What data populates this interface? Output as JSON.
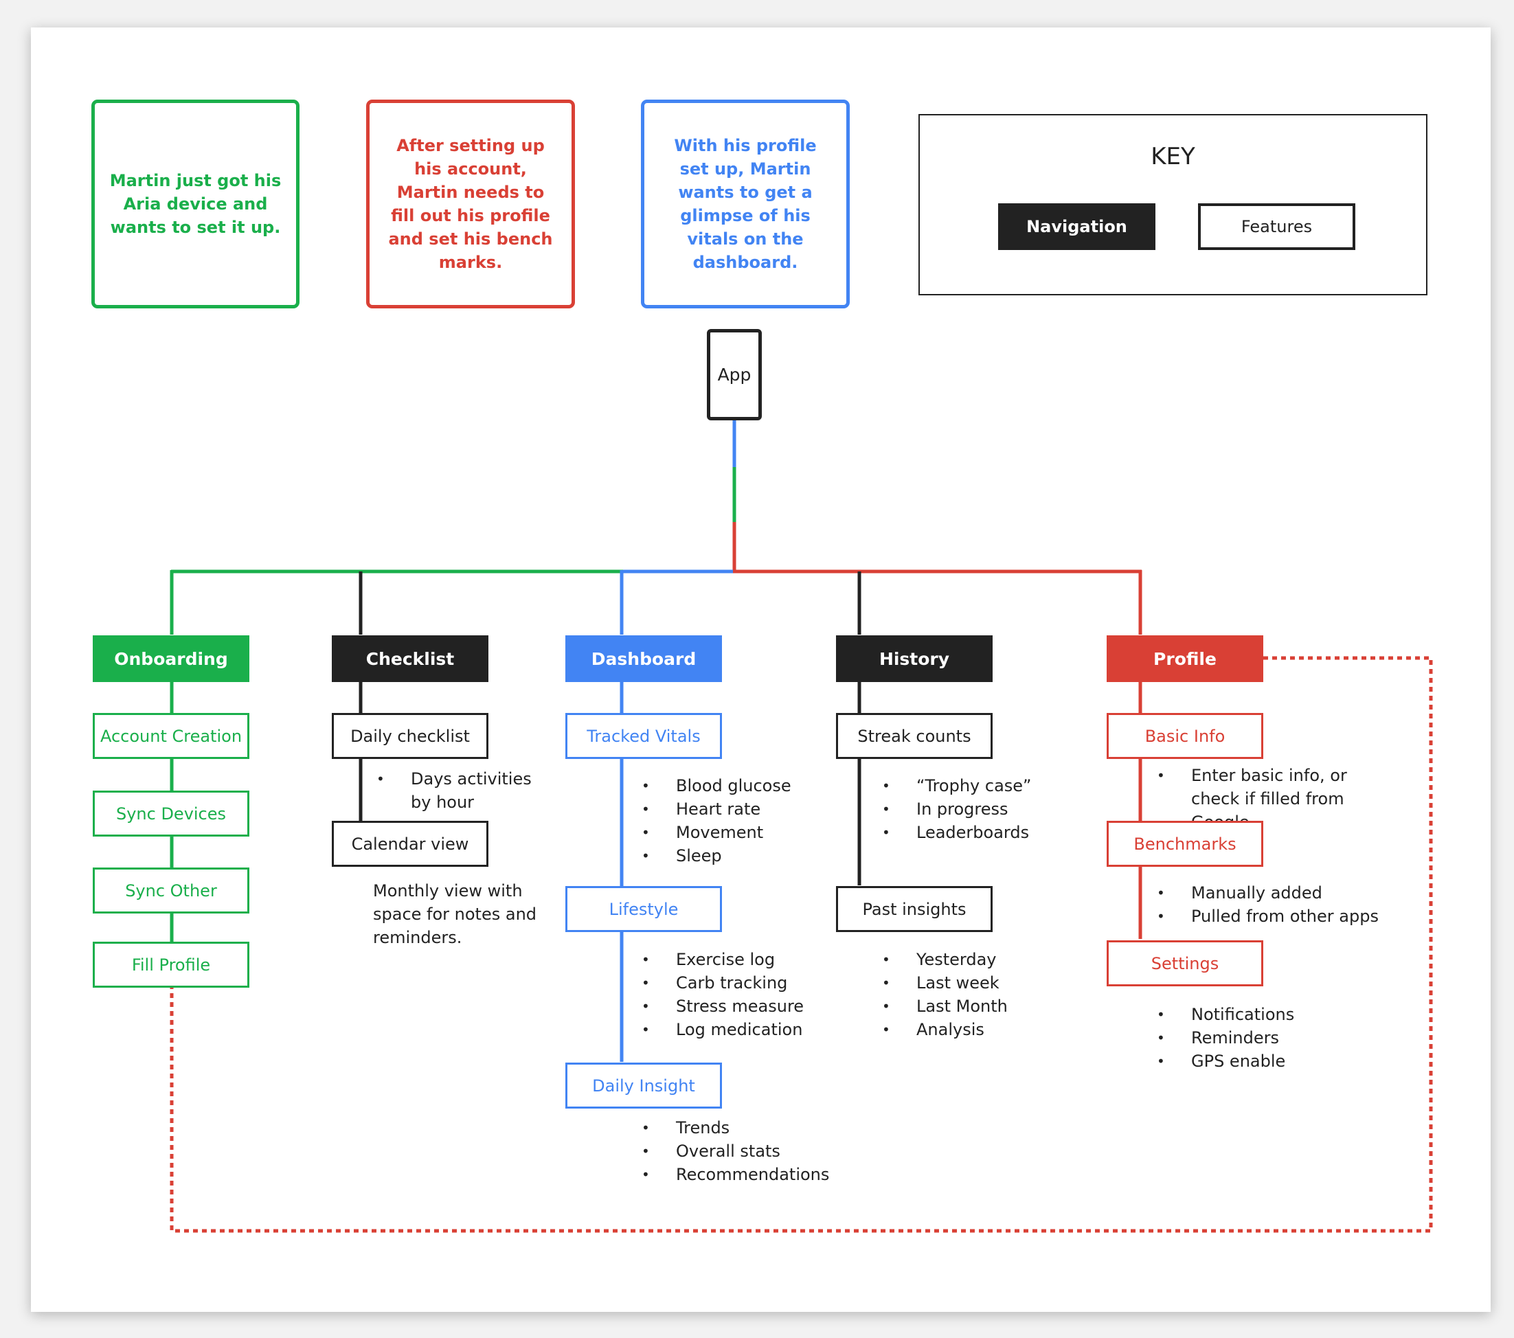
{
  "colors": {
    "green": "#1aaf4b",
    "red": "#d94035",
    "blue": "#4284f3",
    "black": "#222222"
  },
  "personas": {
    "green": "Martin just got his Aria device and wants to set it up.",
    "red": "After setting up his account, Martin needs to fill out his profile and set his bench marks.",
    "blue": "With his profile set up, Martin wants to get a glimpse of his vitals on the dashboard."
  },
  "key": {
    "title": "KEY",
    "navigation": "Navigation",
    "features": "Features"
  },
  "app": "App",
  "onboarding": {
    "title": "Onboarding",
    "items": [
      "Account Creation",
      "Sync Devices",
      "Sync Other",
      "Fill Profile"
    ]
  },
  "checklist": {
    "title": "Checklist",
    "daily": "Daily checklist",
    "daily_bullets": [
      "Days activities by hour"
    ],
    "calendar": "Calendar view",
    "calendar_note": "Monthly view with space for notes and reminders."
  },
  "dashboard": {
    "title": "Dashboard",
    "vitals": "Tracked Vitals",
    "vitals_bullets": [
      "Blood glucose",
      "Heart rate",
      "Movement",
      "Sleep"
    ],
    "lifestyle": "Lifestyle",
    "lifestyle_bullets": [
      "Exercise log",
      "Carb tracking",
      "Stress measure",
      "Log medication"
    ],
    "insight": "Daily Insight",
    "insight_bullets": [
      "Trends",
      "Overall stats",
      "Recommendations"
    ]
  },
  "history": {
    "title": "History",
    "streak": "Streak counts",
    "streak_bullets": [
      "“Trophy case”",
      "In progress",
      "Leaderboards"
    ],
    "past": "Past insights",
    "past_bullets": [
      "Yesterday",
      "Last week",
      "Last Month",
      "Analysis"
    ]
  },
  "profile": {
    "title": "Profile",
    "basic": "Basic Info",
    "basic_bullets": [
      "Enter basic info, or check if filled from Google."
    ],
    "bench": "Benchmarks",
    "bench_bullets": [
      "Manually added",
      "Pulled from other apps"
    ],
    "settings": "Settings",
    "settings_bullets": [
      "Notifications",
      "Reminders",
      "GPS enable"
    ]
  }
}
